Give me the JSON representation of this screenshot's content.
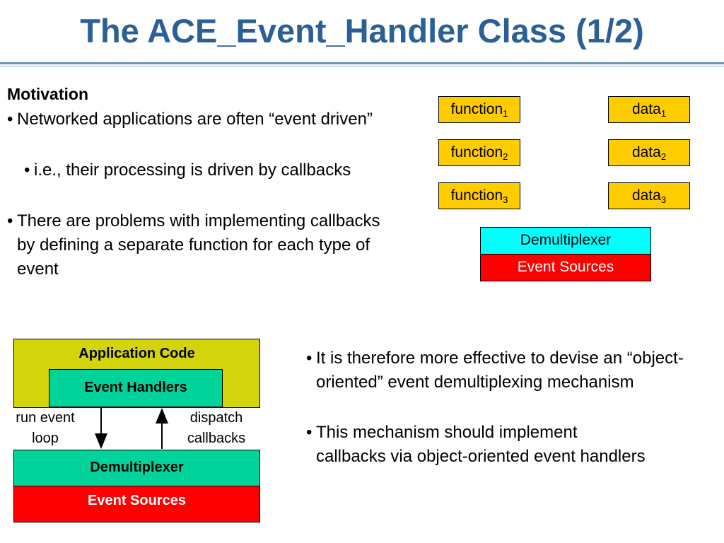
{
  "title": "The ACE_Event_Handler Class (1/2)",
  "motivation": {
    "heading": "Motivation",
    "bullet_glyph": "•",
    "bullet1": "Networked applications are often “event driven”",
    "sub_bullet": "i.e., their processing is driven by callbacks",
    "bullet2": "There are problems with implementing callbacks by defining a separate function for each type of event"
  },
  "function_boxes": {
    "f1": "function",
    "f1_sub": "1",
    "f2": "function",
    "f2_sub": "2",
    "f3": "function",
    "f3_sub": "3",
    "d1": "data",
    "d1_sub": "1",
    "d2": "data",
    "d2_sub": "2",
    "d3": "data",
    "d3_sub": "3",
    "demux": "Demultiplexer",
    "sources": "Event Sources"
  },
  "diagram": {
    "application_code": "Application Code",
    "event_handlers": "Event Handlers",
    "run_event_loop": [
      "run event",
      "loop"
    ],
    "dispatch_callbacks": [
      "dispatch",
      "callbacks"
    ],
    "demultiplexer": "Demultiplexer",
    "event_sources": "Event Sources"
  },
  "right_bullets": {
    "b1": "It is therefore more effective to devise an “object-oriented” event demultiplexing mechanism",
    "b2": "This mechanism should implement callbacks via object-oriented event handlers"
  },
  "colors": {
    "title": "#2c5f96",
    "orange_box": "#ffcc00",
    "cyan_box": "#00ffff",
    "red_box": "#ff0000",
    "app_code_bg": "#d4d40c",
    "teal_box": "#00d49a"
  }
}
